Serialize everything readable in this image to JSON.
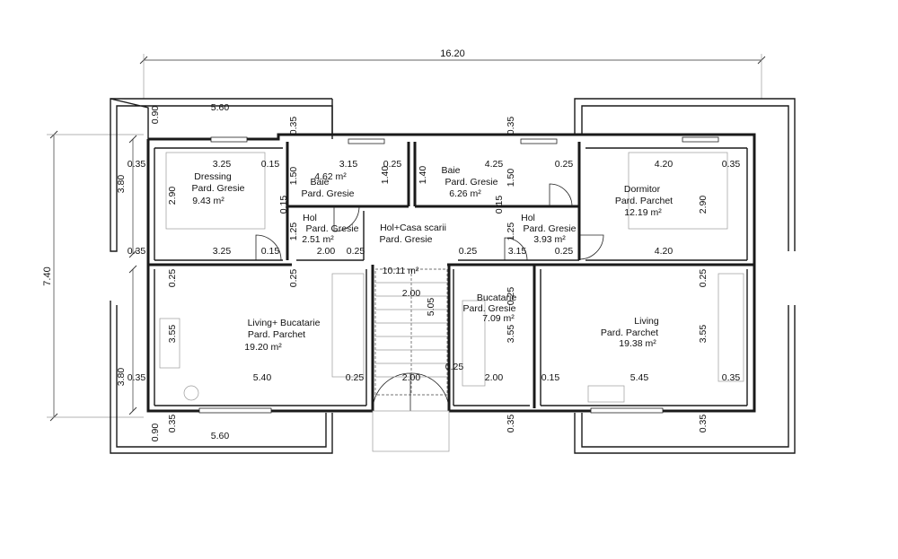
{
  "overall": {
    "width_label": "16.20",
    "height_label": "7.40",
    "left_top_label": "3.80",
    "left_bottom_label": "3.80"
  },
  "balconies": {
    "top_left": "5.60",
    "bottom_left": "5.60",
    "top_offset": "0.90",
    "bottom_offset": "0.90"
  },
  "rooms": {
    "dressing": {
      "name": "Dressing",
      "floor": "Pard. Gresie",
      "area": "9.43 m²"
    },
    "baie1": {
      "area": "4.62 m²",
      "name": "Baie",
      "floor": "Pard. Gresie"
    },
    "baie2": {
      "name": "Baie",
      "floor": "Pard. Gresie",
      "area": "6.26 m²"
    },
    "dormitor": {
      "name": "Dormitor",
      "floor": "Pard. Parchet",
      "area": "12.19 m²"
    },
    "hol1": {
      "name": "Hol",
      "floor": "Pard. Gresie",
      "area": "2.51 m²"
    },
    "hol_scari": {
      "name": "Hol+Casa scarii",
      "floor": "Pard. Gresie",
      "area": "10.11 m²"
    },
    "hol2": {
      "name": "Hol",
      "floor": "Pard. Gresie",
      "area": "3.93 m²"
    },
    "living_bucatarie": {
      "name": "Living+ Bucatarie",
      "floor": "Pard. Parchet",
      "area": "19.20 m²"
    },
    "bucatarie": {
      "name": "Bucatarie",
      "floor": "Pard. Gresie",
      "area": "7.09 m²"
    },
    "living": {
      "name": "Living",
      "floor": "Pard. Parchet",
      "area": "19.38 m²"
    }
  },
  "dims": {
    "d035a": "0.35",
    "d325a": "3.25",
    "d015a": "0.15",
    "d315": "3.15",
    "d025a": "0.25",
    "d425": "4.25",
    "d025b": "0.25",
    "d420a": "4.20",
    "d035b": "0.35",
    "d290a": "2.90",
    "d290b": "2.90",
    "d150a": "1.50",
    "d140a": "1.40",
    "d140b": "1.40",
    "d150b": "1.50",
    "d035c": "0.35",
    "d325b": "3.25",
    "d015b": "0.15",
    "d420b": "4.20",
    "d200a": "2.00",
    "d025c": "0.25",
    "d025d": "0.25",
    "d315b": "3.15",
    "d025e": "0.25",
    "d125a": "1.25",
    "d125b": "1.25",
    "d015c": "0.15",
    "d015d": "0.15",
    "d025f": "0.25",
    "d025g": "0.25",
    "d025h": "0.25",
    "d025i": "0.25",
    "d355a": "3.55",
    "d355b": "3.55",
    "d355c": "3.55",
    "d200b": "2.00",
    "d505": "5.05",
    "d035d": "0.35",
    "d540": "5.40",
    "d025j": "0.25",
    "d200c": "2.00",
    "d025k": "0.25",
    "d200d": "2.00",
    "d015e": "0.15",
    "d545": "5.45",
    "d035e": "0.35",
    "d035f": "0.35",
    "d035g": "0.35",
    "d035h": "0.35",
    "d035i": "0.35",
    "d035j": "0.35"
  }
}
